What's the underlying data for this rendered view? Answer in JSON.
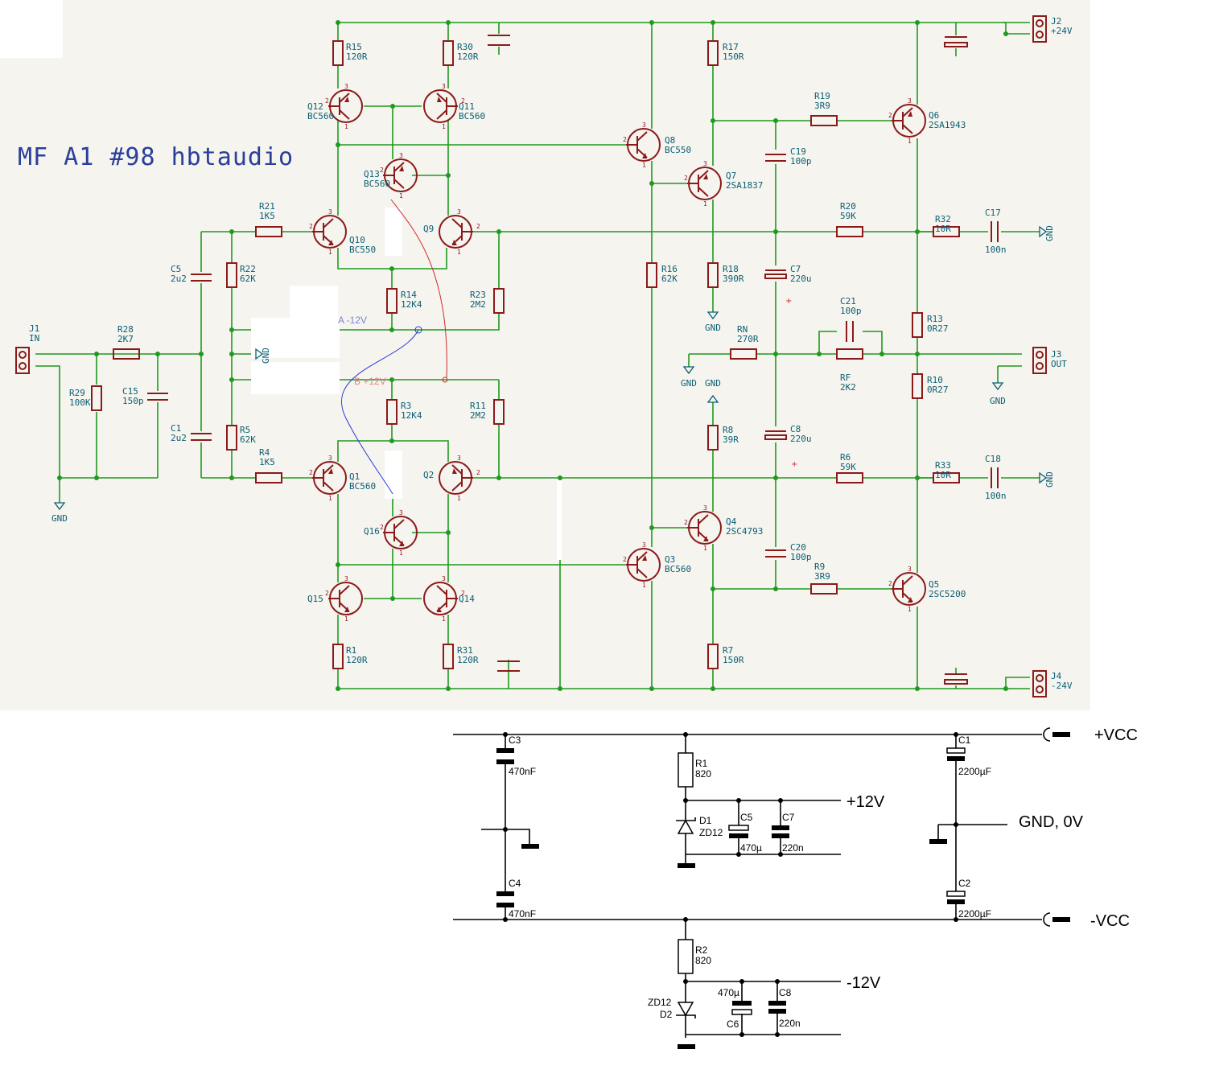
{
  "title": "MF A1 #98 hbtaudio",
  "annotations": {
    "a": "A -12V",
    "b": "B +12V"
  },
  "components": {
    "J1": [
      "J1",
      "IN"
    ],
    "J2": [
      "J2",
      "+24V"
    ],
    "J3": [
      "J3",
      "OUT"
    ],
    "J4": [
      "J4",
      "-24V"
    ],
    "R15": [
      "R15",
      "120R"
    ],
    "R30": [
      "R30",
      "120R"
    ],
    "R17": [
      "R17",
      "150R"
    ],
    "R19": [
      "R19",
      "3R9"
    ],
    "R21": [
      "R21",
      "1K5"
    ],
    "R22": [
      "R22",
      "62K"
    ],
    "R14": [
      "R14",
      "12K4"
    ],
    "R23": [
      "R23",
      "2M2"
    ],
    "R28": [
      "R28",
      "2K7"
    ],
    "R29": [
      "R29",
      "100K"
    ],
    "R5": [
      "R5",
      "62K"
    ],
    "R4": [
      "R4",
      "1K5"
    ],
    "R3": [
      "R3",
      "12K4"
    ],
    "R11": [
      "R11",
      "2M2"
    ],
    "R16": [
      "R16",
      "62K"
    ],
    "R18": [
      "R18",
      "390R"
    ],
    "RN": [
      "RN",
      "270R"
    ],
    "RF": [
      "RF",
      "2K2"
    ],
    "R20": [
      "R20",
      "59K"
    ],
    "R6": [
      "R6",
      "59K"
    ],
    "R32": [
      "R32",
      "10R"
    ],
    "R33": [
      "R33",
      "10R"
    ],
    "R13": [
      "R13",
      "0R27"
    ],
    "R10": [
      "R10",
      "0R27"
    ],
    "R8": [
      "R8",
      "39R"
    ],
    "R9": [
      "R9",
      "3R9"
    ],
    "R7": [
      "R7",
      "150R"
    ],
    "R1": [
      "R1",
      "120R"
    ],
    "R31": [
      "R31",
      "120R"
    ],
    "C5": [
      "C5",
      "2u2"
    ],
    "C1": [
      "C1",
      "2u2"
    ],
    "C15": [
      "C15",
      "150p"
    ],
    "C19": [
      "C19",
      "100p"
    ],
    "C7": [
      "C7",
      "220u"
    ],
    "C8": [
      "C8",
      "220u"
    ],
    "C21": [
      "C21",
      "100p"
    ],
    "C20": [
      "C20",
      "100p"
    ],
    "C17": [
      "C17",
      "100n"
    ],
    "C18": [
      "C18",
      "100n"
    ],
    "Q12": [
      "Q12",
      "BC560"
    ],
    "Q11": [
      "Q11",
      "BC560"
    ],
    "Q13": [
      "Q13",
      "BC560"
    ],
    "Q10": [
      "Q10",
      "BC550"
    ],
    "Q9": [
      "Q9",
      ""
    ],
    "Q8": [
      "Q8",
      "BC550"
    ],
    "Q7": [
      "Q7",
      "2SA1837"
    ],
    "Q6": [
      "Q6",
      "2SA1943"
    ],
    "Q1": [
      "Q1",
      "BC560"
    ],
    "Q2": [
      "Q2",
      ""
    ],
    "Q16": [
      "Q16",
      ""
    ],
    "Q15": [
      "Q15",
      ""
    ],
    "Q14": [
      "Q14",
      ""
    ],
    "Q3": [
      "Q3",
      "BC560"
    ],
    "Q4": [
      "Q4",
      "2SC4793"
    ],
    "Q5": [
      "Q5",
      "2SC5200"
    ]
  },
  "gnd_label": "GND",
  "psu": {
    "vcc_pos": "+VCC",
    "vcc_neg": "-VCC",
    "v12_pos": "+12V",
    "v12_neg": "-12V",
    "gnd": "GND, 0V",
    "C3": [
      "C3",
      "470nF"
    ],
    "C4": [
      "C4",
      "470nF"
    ],
    "R1": [
      "R1",
      "820"
    ],
    "R2": [
      "R2",
      "820"
    ],
    "D1": [
      "D1",
      "ZD12"
    ],
    "D2": [
      "D2",
      "ZD12"
    ],
    "C5": [
      "C5",
      "470µ"
    ],
    "C7": [
      "C7",
      "220n"
    ],
    "C6": [
      "C6",
      "470µ"
    ],
    "C8": [
      "C8",
      "220n"
    ],
    "C1": [
      "C1",
      "2200µF"
    ],
    "C2": [
      "C2",
      "2200µF"
    ]
  }
}
